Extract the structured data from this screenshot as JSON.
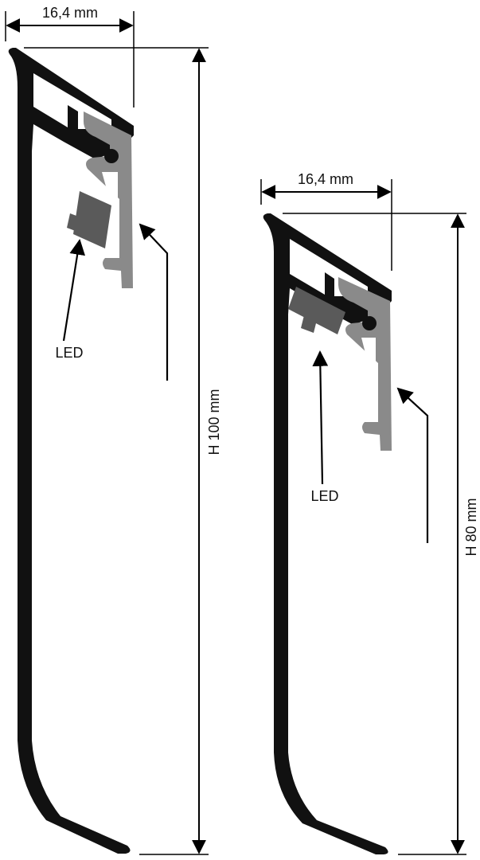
{
  "colors": {
    "profile": "#111111",
    "diffuser": "#8a8a8a",
    "led": "#5a5a5a",
    "background": "#ffffff",
    "line": "#000000"
  },
  "profile_100": {
    "width_label": "16,4 mm",
    "height_label": "H 100 mm",
    "led_label": "LED"
  },
  "profile_80": {
    "width_label": "16,4 mm",
    "height_label": "H 80 mm",
    "led_label": "LED"
  }
}
